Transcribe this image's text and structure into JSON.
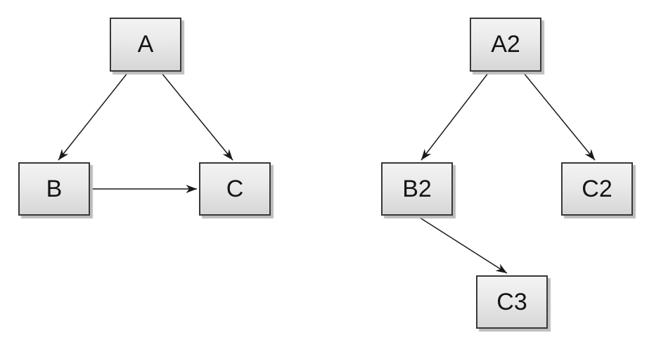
{
  "diagram": {
    "background_color": "#ffffff",
    "node_style": {
      "fill_top": "#f3f3f3",
      "fill_bottom": "#d6d6d6",
      "border_color": "#383838",
      "shadow_color": "#bdbdbd",
      "text_color": "#141414"
    },
    "edge_style": {
      "line_color": "#1a1a1a",
      "arrowhead": "filled-concave-triangle"
    },
    "left_graph": {
      "nodes": [
        {
          "id": "A",
          "label": "A"
        },
        {
          "id": "B",
          "label": "B"
        },
        {
          "id": "C",
          "label": "C"
        }
      ],
      "edges": [
        {
          "from": "A",
          "to": "B"
        },
        {
          "from": "A",
          "to": "C"
        },
        {
          "from": "B",
          "to": "C"
        }
      ]
    },
    "right_graph": {
      "nodes": [
        {
          "id": "A2",
          "label": "A2"
        },
        {
          "id": "B2",
          "label": "B2"
        },
        {
          "id": "C2",
          "label": "C2"
        },
        {
          "id": "C3",
          "label": "C3"
        }
      ],
      "edges": [
        {
          "from": "A2",
          "to": "B2"
        },
        {
          "from": "A2",
          "to": "C2"
        },
        {
          "from": "B2",
          "to": "C3"
        }
      ]
    }
  }
}
